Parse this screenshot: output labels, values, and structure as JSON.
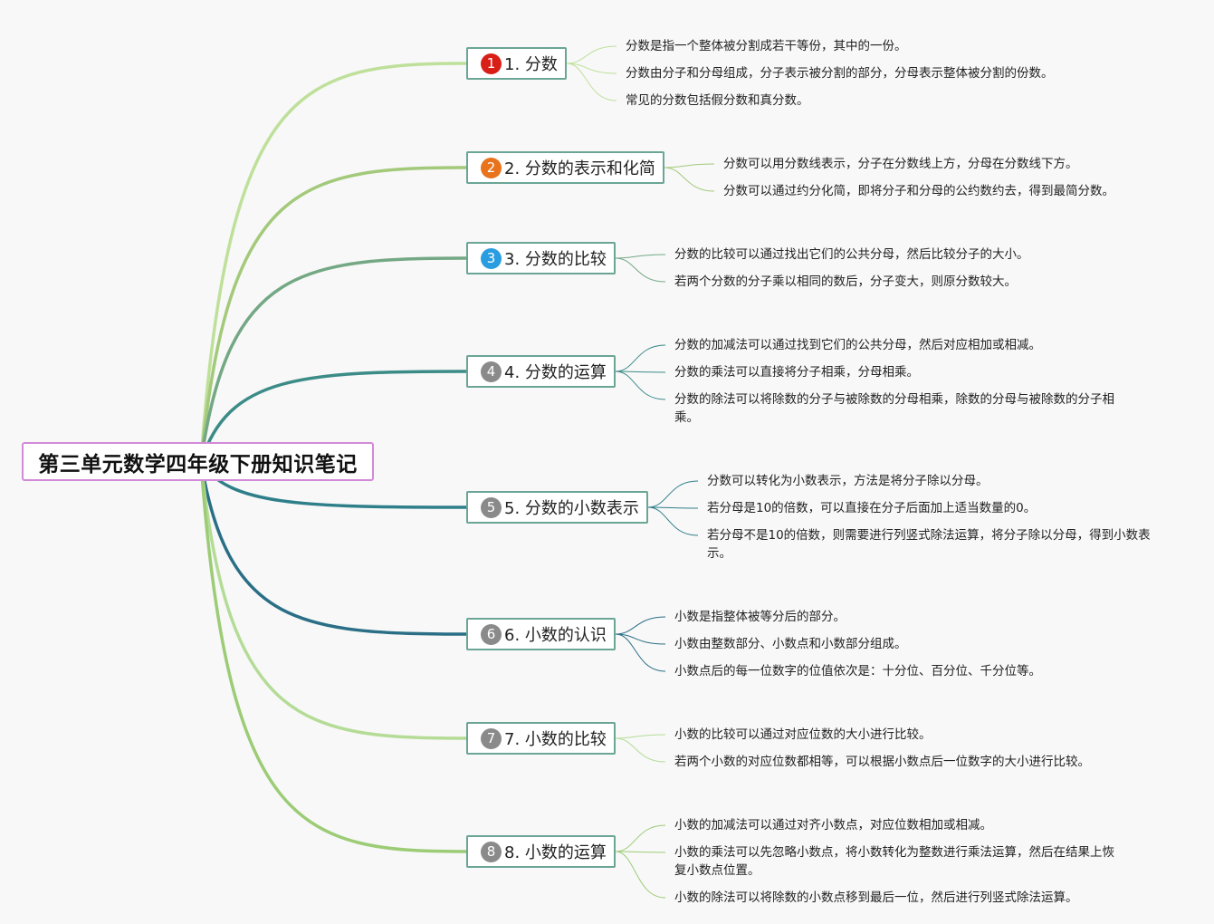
{
  "root": {
    "title": "第三单元数学四年级下册知识笔记"
  },
  "colors": {
    "root_border": "#d28ad8",
    "topic_border": "#6ba595"
  },
  "topics": [
    {
      "badge": "1",
      "badge_color": "#d91e18",
      "label": "1. 分数",
      "edge_color": "#bfe09a",
      "notes": [
        "分数是指一个整体被分割成若干等份，其中的一份。",
        "分数由分子和分母组成，分子表示被分割的部分，分母表示整体被分割的份数。",
        "常见的分数包括假分数和真分数。"
      ]
    },
    {
      "badge": "2",
      "badge_color": "#e8731c",
      "label": "2. 分数的表示和化简",
      "edge_color": "#a3c97a",
      "notes": [
        "分数可以用分数线表示，分子在分数线上方，分母在分数线下方。",
        "分数可以通过约分化简，即将分子和分母的公约数约去，得到最简分数。"
      ]
    },
    {
      "badge": "3",
      "badge_color": "#2a9de0",
      "label": "3. 分数的比较",
      "edge_color": "#74a884",
      "notes": [
        "分数的比较可以通过找出它们的公共分母，然后比较分子的大小。",
        "若两个分数的分子乘以相同的数后，分子变大，则原分数较大。"
      ]
    },
    {
      "badge": "4",
      "badge_color": "#8a8a8a",
      "label": "4. 分数的运算",
      "edge_color": "#3b8b87",
      "notes": [
        "分数的加减法可以通过找到它们的公共分母，然后对应相加或相减。",
        "分数的乘法可以直接将分子相乘，分母相乘。",
        "分数的除法可以将除数的分子与被除数的分母相乘，除数的分母与被除数的分子相乘。"
      ]
    },
    {
      "badge": "5",
      "badge_color": "#8a8a8a",
      "label": "5. 分数的小数表示",
      "edge_color": "#2e7f8a",
      "notes": [
        "分数可以转化为小数表示，方法是将分子除以分母。",
        "若分母是10的倍数，可以直接在分子后面加上适当数量的0。",
        "若分母不是10的倍数，则需要进行列竖式除法运算，将分子除以分母，得到小数表示。"
      ]
    },
    {
      "badge": "6",
      "badge_color": "#8a8a8a",
      "label": "6. 小数的认识",
      "edge_color": "#2a6f86",
      "notes": [
        "小数是指整体被等分后的部分。",
        "小数由整数部分、小数点和小数部分组成。",
        "小数点后的每一位数字的位值依次是：十分位、百分位、千分位等。"
      ]
    },
    {
      "badge": "7",
      "badge_color": "#8a8a8a",
      "label": "7. 小数的比较",
      "edge_color": "#b4dc96",
      "notes": [
        "小数的比较可以通过对应位数的大小进行比较。",
        "若两个小数的对应位数都相等，可以根据小数点后一位数字的大小进行比较。"
      ]
    },
    {
      "badge": "8",
      "badge_color": "#8a8a8a",
      "label": "8. 小数的运算",
      "edge_color": "#9ccc76",
      "notes": [
        "小数的加减法可以通过对齐小数点，对应位数相加或相减。",
        "小数的乘法可以先忽略小数点，将小数转化为整数进行乘法运算，然后在结果上恢复小数点位置。",
        "小数的除法可以将除数的小数点移到最后一位，然后进行列竖式除法运算。"
      ]
    }
  ]
}
